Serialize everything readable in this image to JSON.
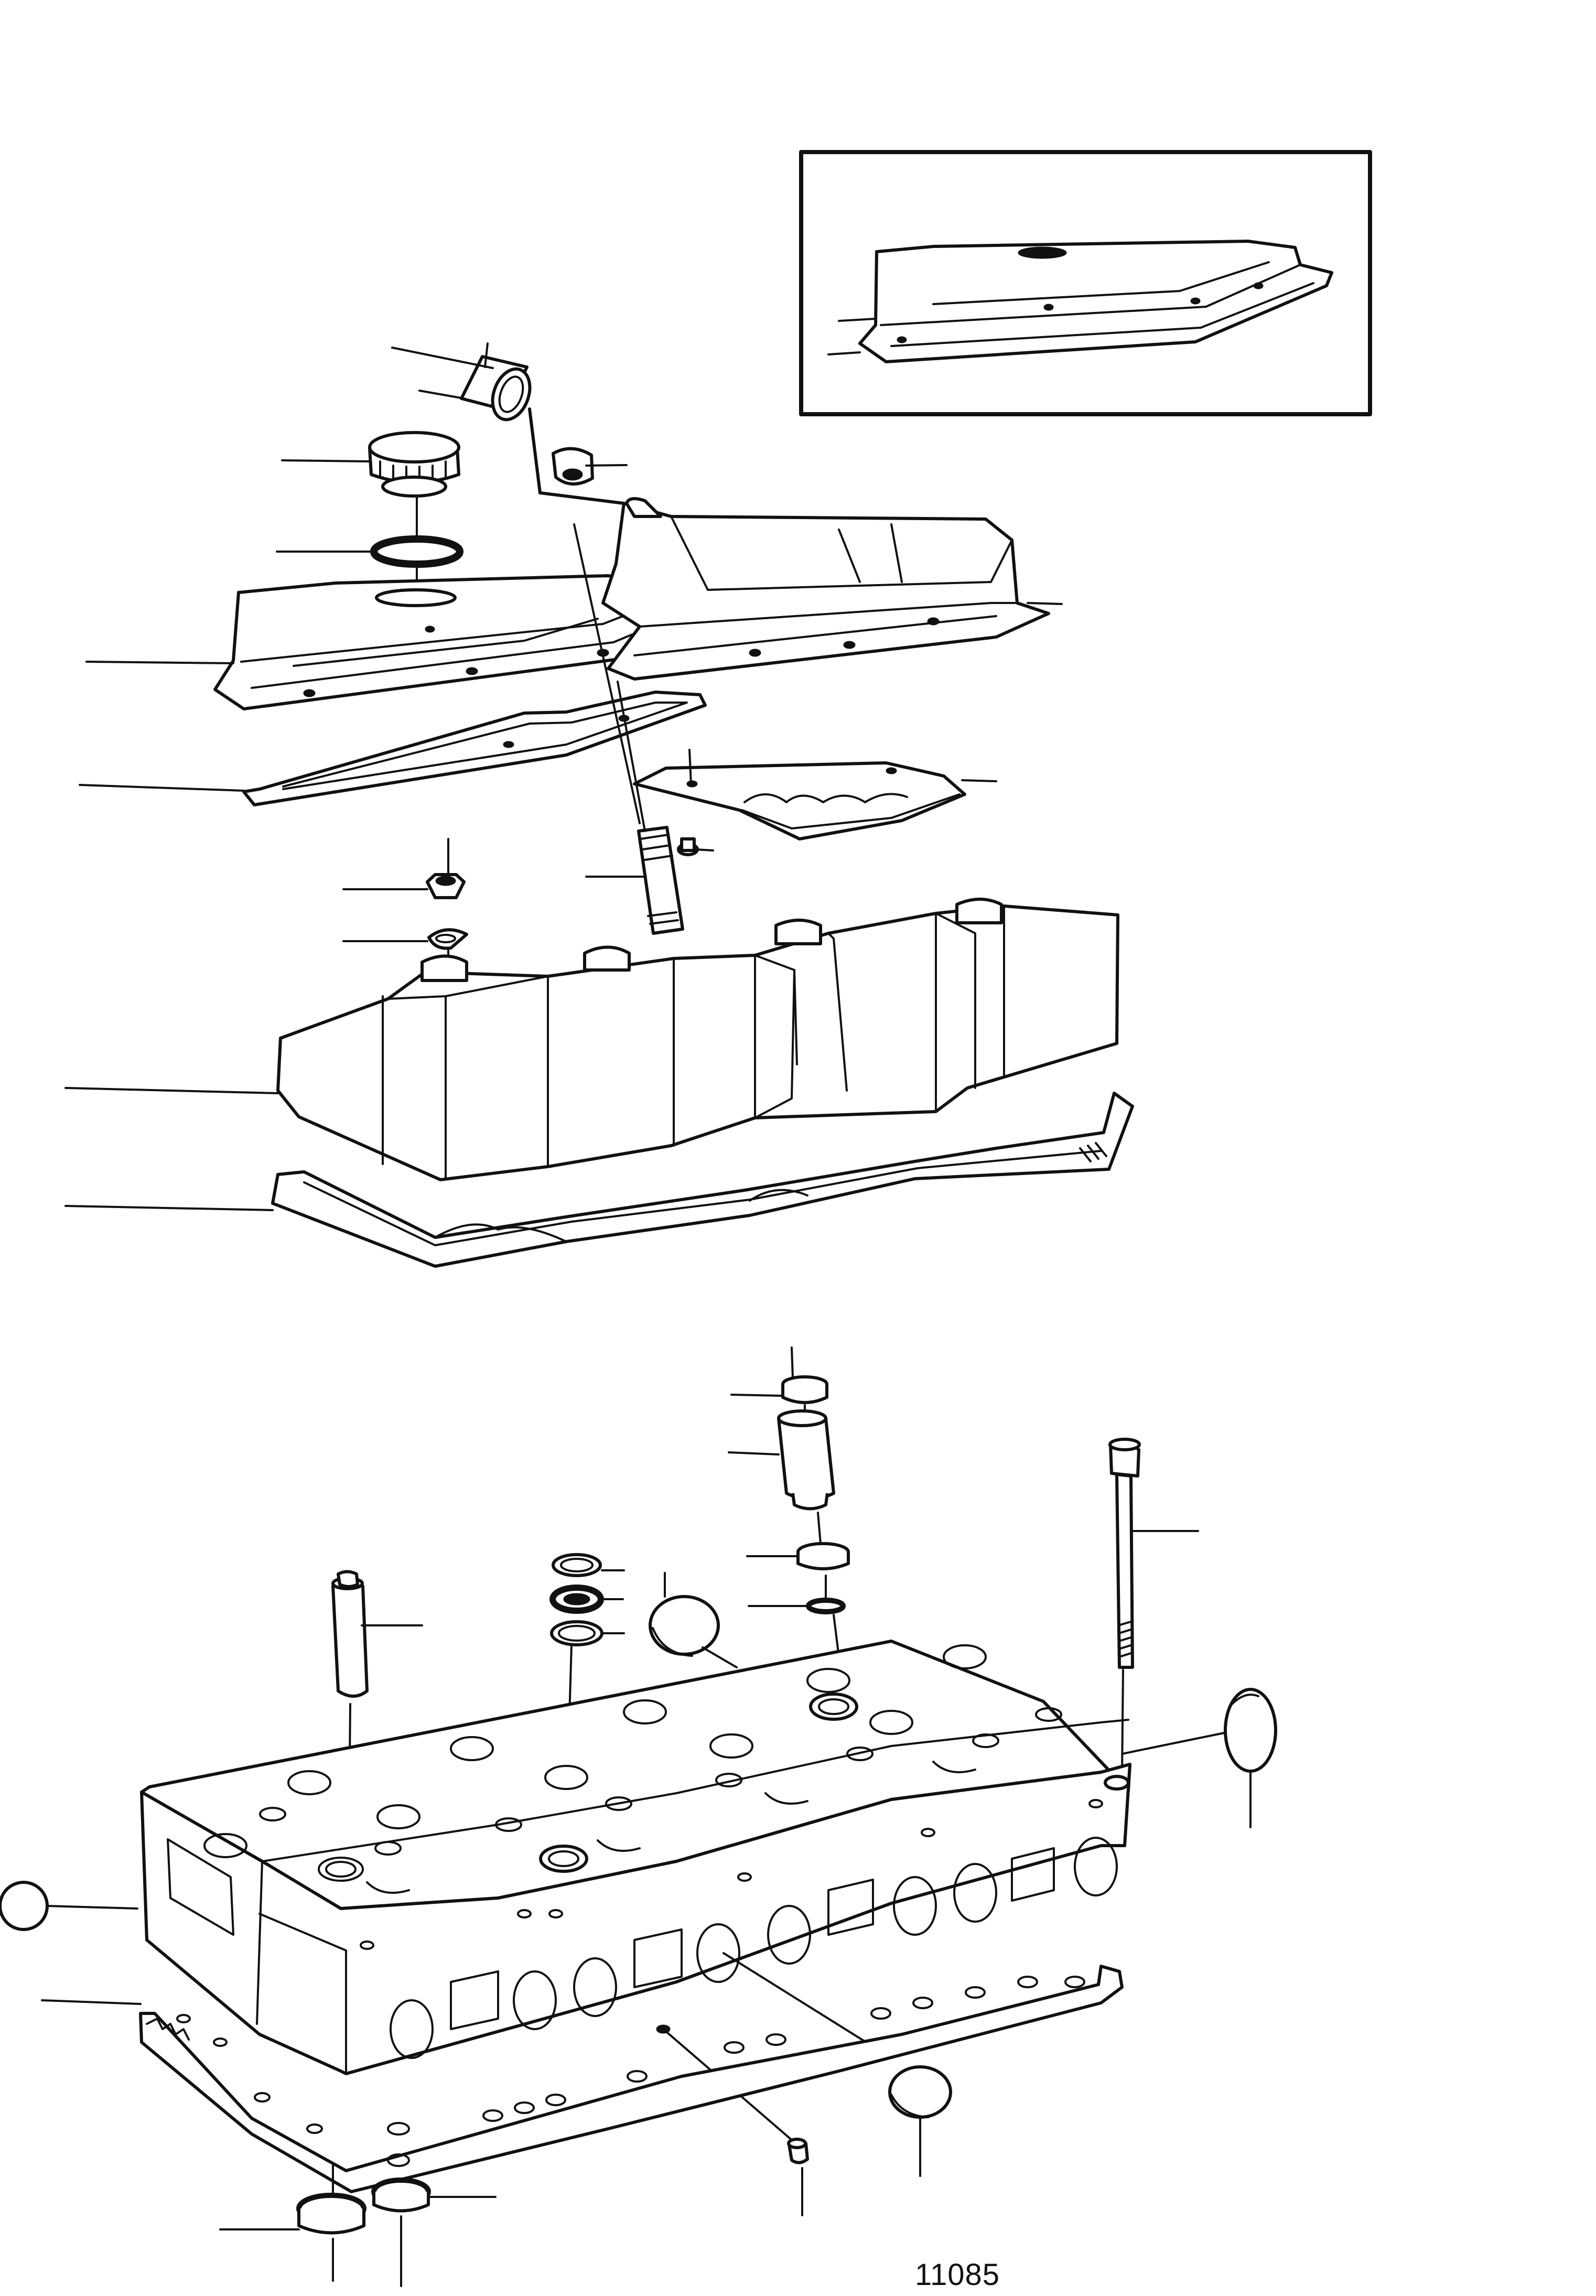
{
  "drawing": {
    "number": "11085"
  },
  "parts": [
    {
      "name": "hose"
    },
    {
      "name": "oil-filler-cap"
    },
    {
      "name": "cap-gasket"
    },
    {
      "name": "cap-nut"
    },
    {
      "name": "rocker-cover-front"
    },
    {
      "name": "rocker-cover-rear"
    },
    {
      "name": "rocker-cover-gasket"
    },
    {
      "name": "oil-deflector-plate"
    },
    {
      "name": "plate-screw"
    },
    {
      "name": "stud"
    },
    {
      "name": "hex-nut"
    },
    {
      "name": "lock-washer"
    },
    {
      "name": "valve-cover"
    },
    {
      "name": "valve-cover-gasket"
    },
    {
      "name": "injector-sleeve-seal"
    },
    {
      "name": "injector-sleeve"
    },
    {
      "name": "sleeve-o-ring"
    },
    {
      "name": "sleeve-washer"
    },
    {
      "name": "valve-guide"
    },
    {
      "name": "valve-seal-rings"
    },
    {
      "name": "core-plug-top"
    },
    {
      "name": "cylinder-head-bolt"
    },
    {
      "name": "core-plug-rear"
    },
    {
      "name": "core-plug-front"
    },
    {
      "name": "cylinder-head"
    },
    {
      "name": "cylinder-head-gasket"
    },
    {
      "name": "core-plug-side"
    },
    {
      "name": "nipple"
    },
    {
      "name": "sealing-ring-left"
    },
    {
      "name": "sealing-ring-right"
    }
  ]
}
